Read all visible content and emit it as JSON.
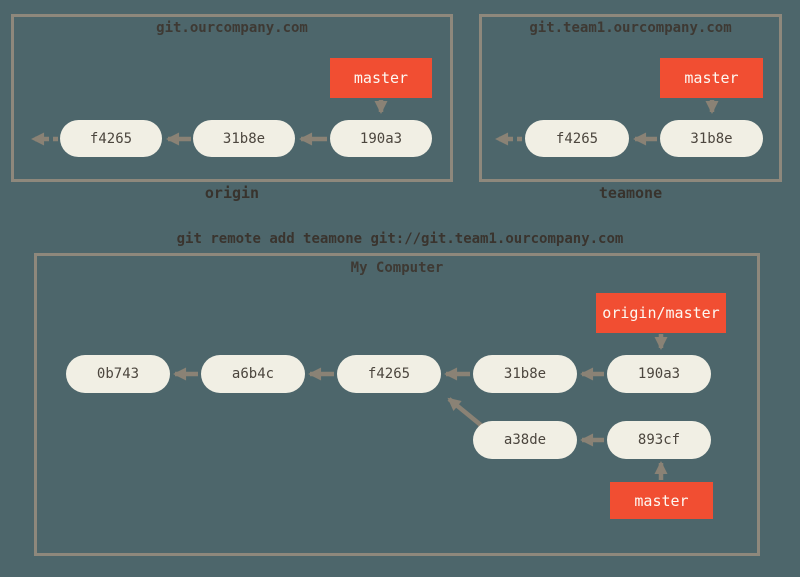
{
  "colors": {
    "background": "#4d666b",
    "box_border": "#8e887c",
    "commit_node_fill": "#f1efe4",
    "commit_node_text": "#4c463e",
    "branch_tag_fill": "#f14e32",
    "branch_tag_text": "#fdf8f2",
    "arrow": "#8a8275",
    "title_text": "#3e3933"
  },
  "remote_origin": {
    "title": "git.ourcompany.com",
    "label": "origin",
    "branch_tag": "master",
    "commits": [
      "f4265",
      "31b8e",
      "190a3"
    ]
  },
  "remote_teamone": {
    "title": "git.team1.ourcompany.com",
    "label": "teamone",
    "branch_tag": "master",
    "commits": [
      "f4265",
      "31b8e"
    ]
  },
  "command_text": "git remote add teamone git://git.team1.ourcompany.com",
  "local": {
    "title": "My Computer",
    "remote_branch_tag": "origin/master",
    "branch_tag": "master",
    "main_commits": [
      "0b743",
      "a6b4c",
      "f4265",
      "31b8e",
      "190a3"
    ],
    "topic_commits": [
      "a38de",
      "893cf"
    ]
  }
}
